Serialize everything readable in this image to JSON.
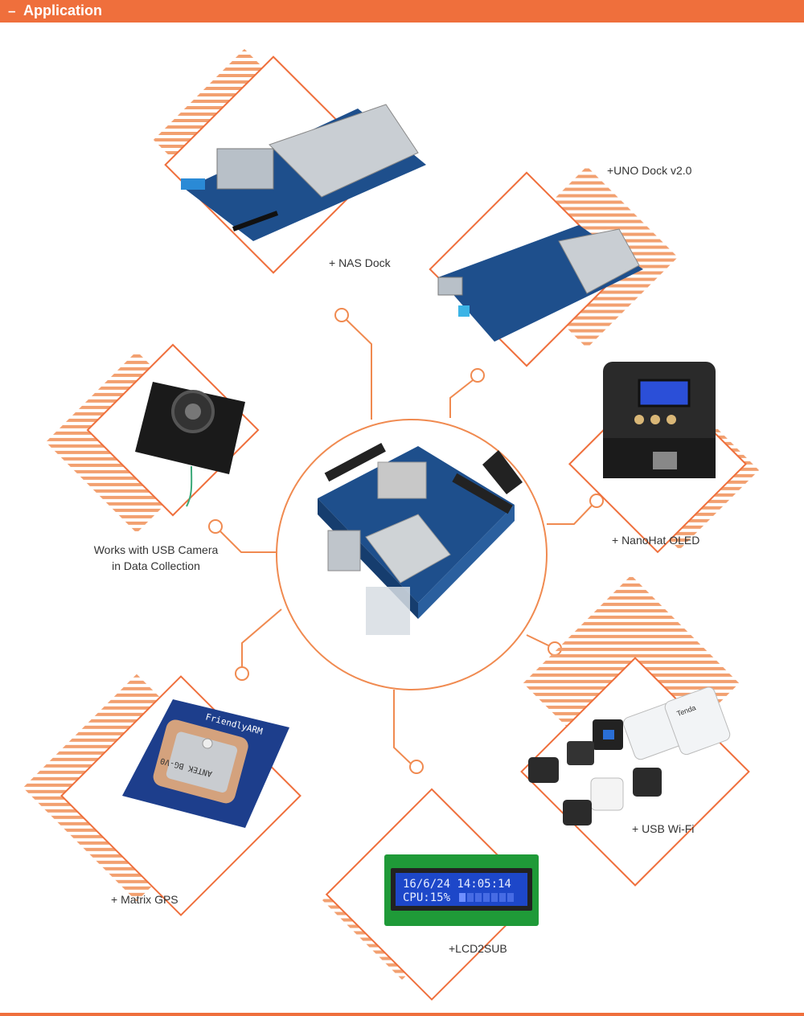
{
  "header": {
    "title": "Application"
  },
  "modules": {
    "nas_dock": "+ NAS Dock",
    "uno_dock": "+UNO Dock v2.0",
    "usb_camera_line1": "Works with USB Camera",
    "usb_camera_line2": "in Data Collection",
    "nanohat_oled": "+ NanoHat OLED",
    "matrix_gps": "+ Matrix GPS",
    "usb_wifi": "+ USB Wi-Fi",
    "lcd2sub": "+LCD2SUB"
  },
  "device_text": {
    "gps_brand": "FriendlyARM",
    "gps_antenna": "ANTEK BG-V0",
    "lcd_line1": "16/6/24 14:05:14",
    "lcd_line2": "CPU:15%",
    "wifi_brand": "Tenda"
  },
  "colors": {
    "accent": "#ef6f3c",
    "line": "#f08a50",
    "pcb_blue": "#1e4f8c",
    "lcd_blue": "#1d47c9"
  }
}
